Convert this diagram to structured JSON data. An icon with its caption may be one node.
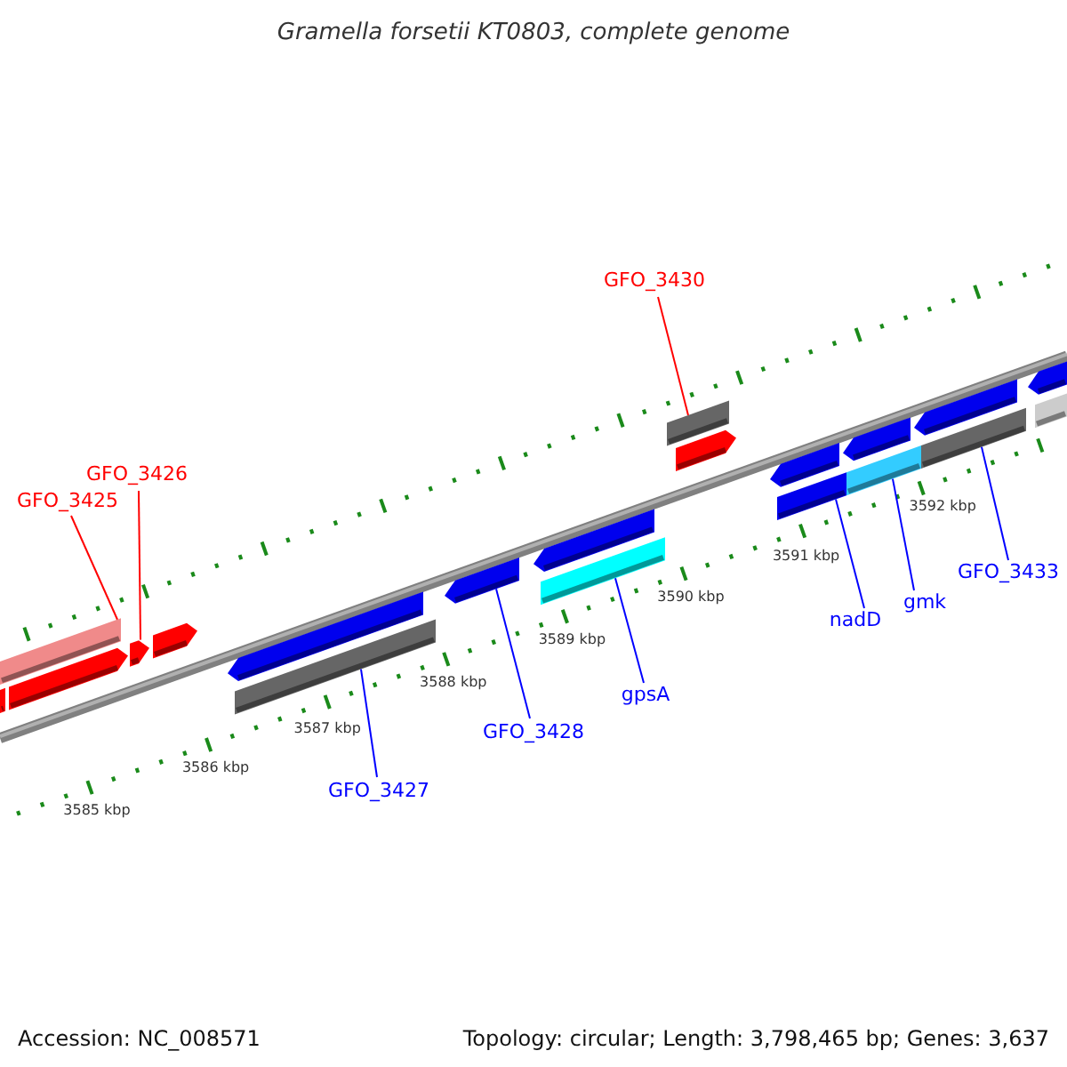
{
  "diagram": {
    "title": "Gramella forsetii KT0803, complete genome",
    "nodes": [
      {
        "text": [
          "GFO_3425"
        ]
      },
      {
        "text": [
          "GFO_3426"
        ]
      },
      {
        "text": [
          "GFO_3430"
        ]
      },
      {
        "text": [
          "GFO_3427"
        ]
      },
      {
        "text": [
          "GFO_3428"
        ]
      },
      {
        "text": [
          "gpsA"
        ]
      },
      {
        "text": [
          "nadD"
        ]
      },
      {
        "text": [
          "gmk"
        ]
      },
      {
        "text": [
          "GFO_3433"
        ]
      },
      {
        "text": [],
        "shape": "bar"
      },
      {
        "text": [],
        "shape": "bar"
      },
      {
        "text": [],
        "shape": "bar"
      },
      {
        "text": [],
        "shape": "bar"
      },
      {
        "text": [],
        "shape": "bar"
      },
      {
        "text": [],
        "shape": "bar"
      },
      {
        "text": [],
        "shape": "bar"
      },
      {
        "text": [],
        "shape": "bar"
      },
      {
        "text": [],
        "shape": "bar"
      },
      {
        "text": [],
        "shape": "bar"
      },
      {
        "text": [],
        "shape": "bar"
      },
      {
        "text": [],
        "shape": "bar"
      },
      {
        "text": [],
        "shape": "bar"
      },
      {
        "text": [],
        "shape": "bar"
      },
      {
        "text": [],
        "shape": "bar"
      },
      {
        "text": [],
        "shape": "bar"
      },
      {
        "text": [],
        "shape": "bar"
      },
      {
        "text": [],
        "shape": "bar"
      },
      {
        "text": [],
        "shape": "bar"
      },
      {
        "text": [],
        "shape": "bar"
      }
    ],
    "edges": [
      {
        "from": 0,
        "to": 9,
        "arrow": "none",
        "color": "#ff0000"
      },
      {
        "from": 1,
        "to": 12,
        "arrow": "none",
        "color": "#ff0000"
      },
      {
        "from": 2,
        "to": 19,
        "arrow": "none",
        "color": "#ff0000"
      },
      {
        "from": 3,
        "to": 15,
        "arrow": "none"
      },
      {
        "from": 4,
        "to": 16,
        "arrow": "none"
      },
      {
        "from": 5,
        "to": 18,
        "arrow": "none"
      },
      {
        "from": 6,
        "to": 22,
        "arrow": "none"
      },
      {
        "from": 7,
        "to": 24,
        "arrow": "none"
      },
      {
        "from": 8,
        "to": 26,
        "arrow": "none"
      }
    ],
    "labels": [
      "3585 kbp",
      "3586 kbp",
      "3587 kbp",
      "3588 kbp",
      "3589 kbp",
      "3590 kbp",
      "3591 kbp",
      "3592 kbp",
      "Accession: NC_008571",
      "Topology: circular; Length: 3,798,465 bp; Genes: 3,637"
    ]
  }
}
